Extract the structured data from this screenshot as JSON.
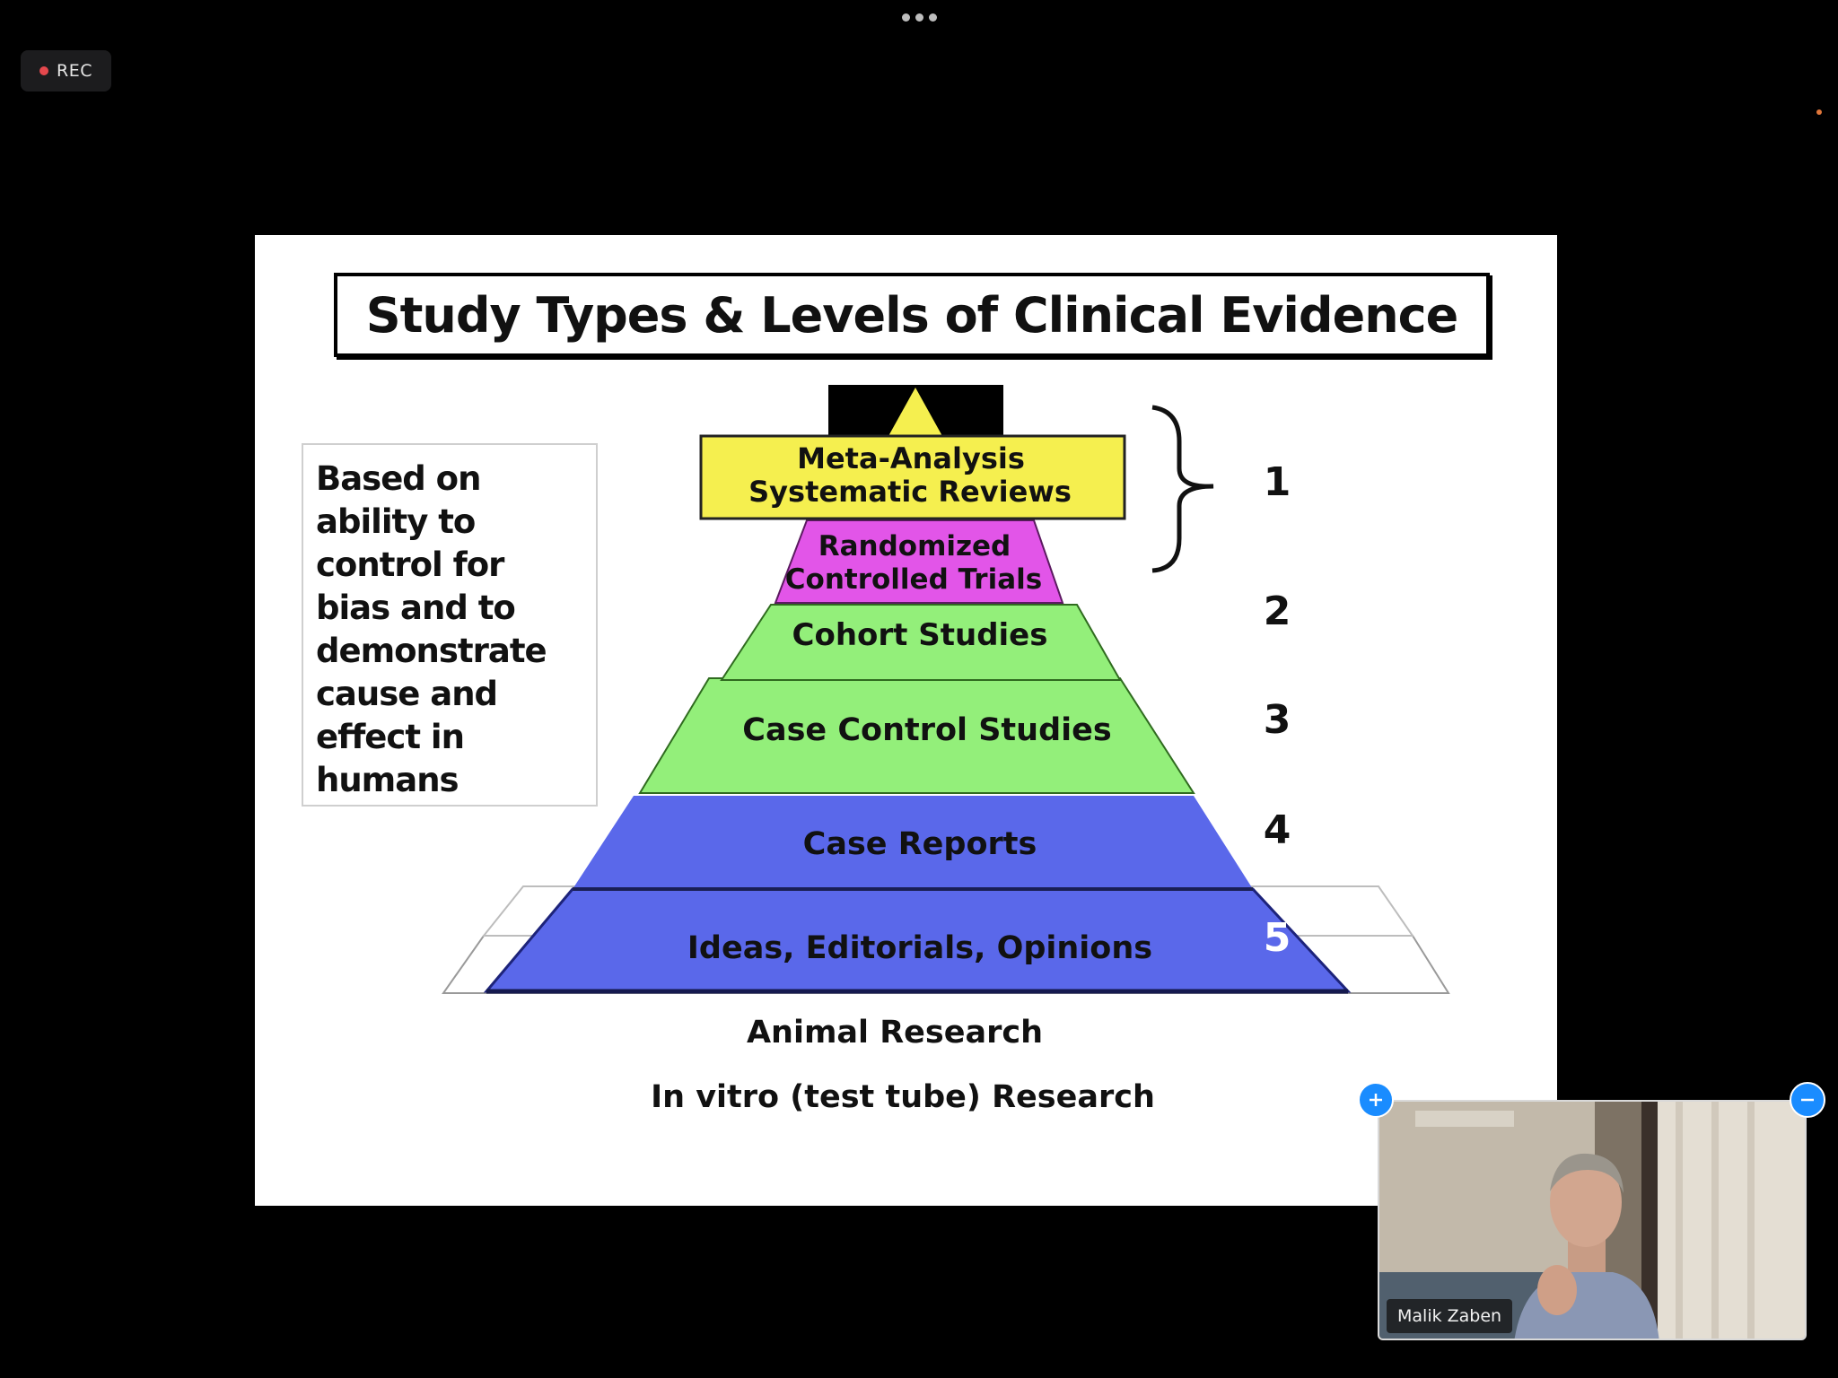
{
  "toolbar": {
    "more_icon": "more-horizontal-icon"
  },
  "recording": {
    "label": "REC",
    "dot_color": "#e5484d"
  },
  "slide": {
    "title": "Study Types & Levels of Clinical Evidence",
    "side_note_lines": [
      "Based on",
      "ability to",
      "control for",
      "bias and to",
      "demonstrate",
      "cause and",
      "effect in",
      "humans"
    ],
    "tiers": [
      {
        "lines": [
          "Meta-Analysis",
          "Systematic Reviews"
        ],
        "color": "#f5ef4f"
      },
      {
        "lines": [
          "Randomized",
          "Controlled Trials"
        ],
        "color": "#e255e8"
      },
      {
        "lines": [
          "Cohort Studies"
        ],
        "color": "#93ef7a"
      },
      {
        "lines": [
          "Case Control Studies"
        ],
        "color": "#93ef7a"
      },
      {
        "lines": [
          "Case Reports"
        ],
        "color": "#5a68ea"
      },
      {
        "lines": [
          "Ideas, Editorials, Opinions"
        ],
        "color": "#5a68ea"
      },
      {
        "lines": [
          "Animal Research"
        ],
        "color": "#ffffff"
      },
      {
        "lines": [
          "In vitro (test tube) Research"
        ],
        "color": "#ffffff"
      }
    ],
    "levels": [
      "1",
      "2",
      "3",
      "4",
      "5"
    ]
  },
  "video": {
    "participant_name": "Malik Zaben",
    "enlarge_icon": "plus-icon",
    "shrink_icon": "minus-icon",
    "accent": "#1a8cff"
  }
}
